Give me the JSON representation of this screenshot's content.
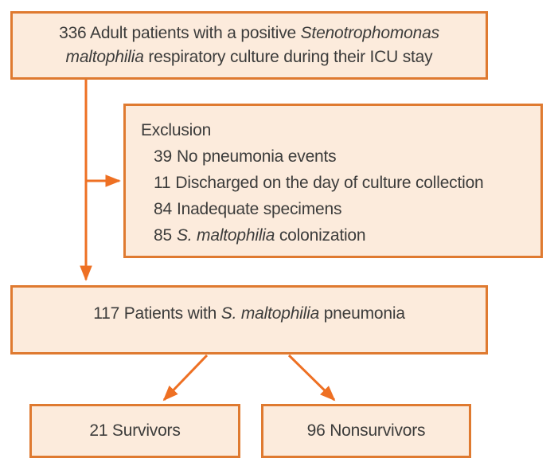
{
  "colors": {
    "page_bg": "#ffffff",
    "box_border": "#df7a30",
    "box_fill": "#fcebdc",
    "arrow": "#ee7023",
    "text": "#3c3c3b"
  },
  "boxes": {
    "top": {
      "line1_text": "336 Adult patients with a positive ",
      "line1_italic": "Stenotrophomonas",
      "line2_italic": "maltophilia",
      "line2_text": " respiratory culture during their ICU stay"
    },
    "exclusion": {
      "title": "Exclusion",
      "items": [
        {
          "count": "39",
          "text": "No pneumonia events",
          "italic": "",
          "suffix": ""
        },
        {
          "count": "11",
          "text": "Discharged on the day of culture collection",
          "italic": "",
          "suffix": ""
        },
        {
          "count": "84",
          "text": "Inadequate specimens",
          "italic": "",
          "suffix": ""
        },
        {
          "count": "85",
          "text": "",
          "italic": "S. maltophilia",
          "suffix": " colonization"
        }
      ]
    },
    "pneumonia": {
      "text": "117 Patients with ",
      "italic": "S. maltophilia",
      "suffix": " pneumonia"
    },
    "survivors": {
      "label": "21 Survivors"
    },
    "nonsurvivors": {
      "label": "96 Nonsurvivors"
    }
  }
}
